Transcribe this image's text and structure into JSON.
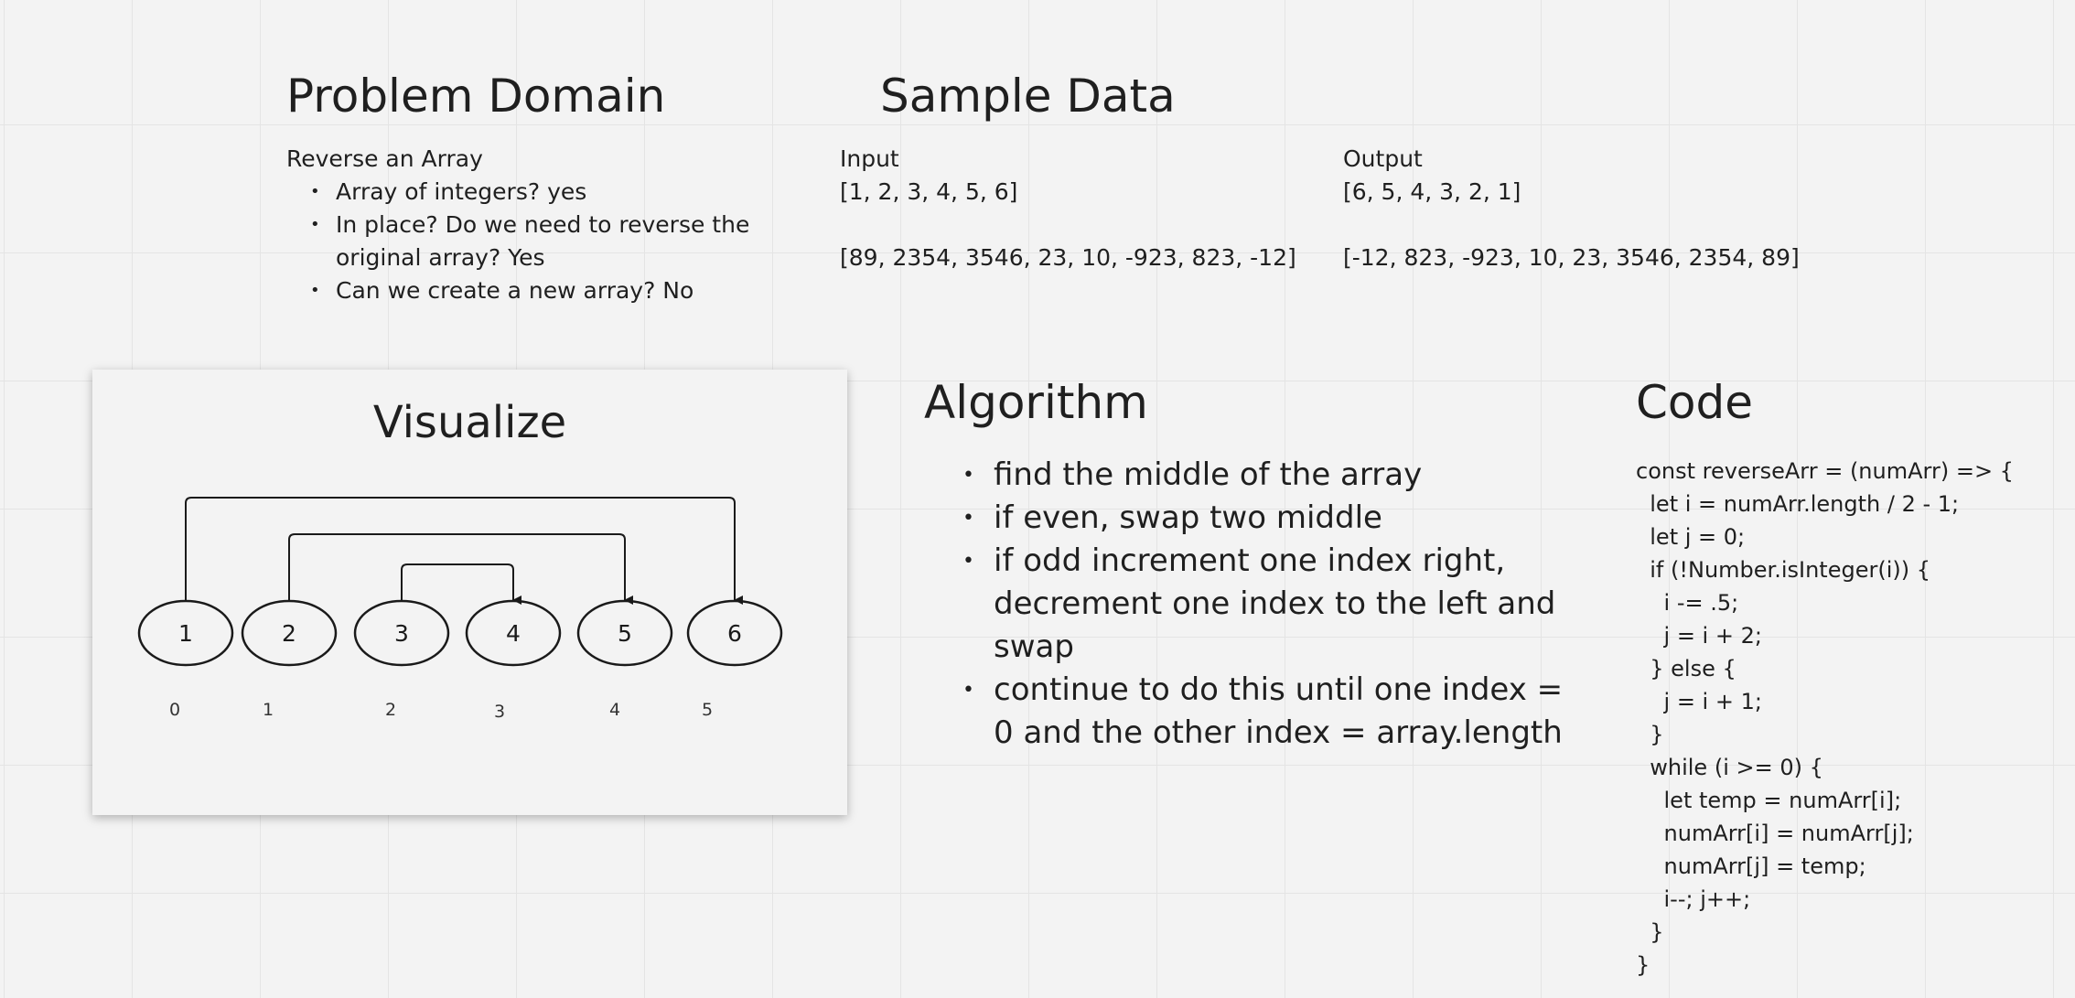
{
  "problem_domain": {
    "title": "Problem Domain",
    "subtitle": "Reverse an Array",
    "bullets": [
      "Array of integers? yes",
      "In place? Do we need to reverse the original array? Yes",
      "Can we create a new array? No"
    ]
  },
  "sample_data": {
    "title": "Sample Data",
    "input_label": "Input",
    "output_label": "Output",
    "rows": [
      {
        "input": "[1, 2, 3, 4, 5, 6]",
        "output": "[6, 5, 4, 3, 2, 1]"
      },
      {
        "input": "[89, 2354, 3546, 23, 10, -923, 823, -12]",
        "output": "[-12, 823, -923, 10, 23, 3546, 2354, 89]"
      }
    ]
  },
  "visualize": {
    "title": "Visualize",
    "nodes": [
      "1",
      "2",
      "3",
      "4",
      "5",
      "6"
    ],
    "indices": [
      "0",
      "1",
      "2",
      "3",
      "4",
      "5"
    ]
  },
  "algorithm": {
    "title": "Algorithm",
    "steps": [
      "find the middle of the array",
      "if even, swap two middle",
      "if odd increment one index right, decrement one index to the left and swap",
      "continue to do this until one index = 0 and the other index = array.length"
    ]
  },
  "code": {
    "title": "Code",
    "lines": [
      "const reverseArr = (numArr) => {",
      "  let i = numArr.length / 2 - 1;",
      "  let j = 0;",
      "  if (!Number.isInteger(i)) {",
      "    i -= .5;",
      "    j = i + 2;",
      "  } else {",
      "    j = i + 1;",
      "  }",
      "  while (i >= 0) {",
      "    let temp = numArr[i];",
      "    numArr[i] = numArr[j];",
      "    numArr[j] = temp;",
      "    i--; j++;",
      "  }",
      "}"
    ]
  }
}
